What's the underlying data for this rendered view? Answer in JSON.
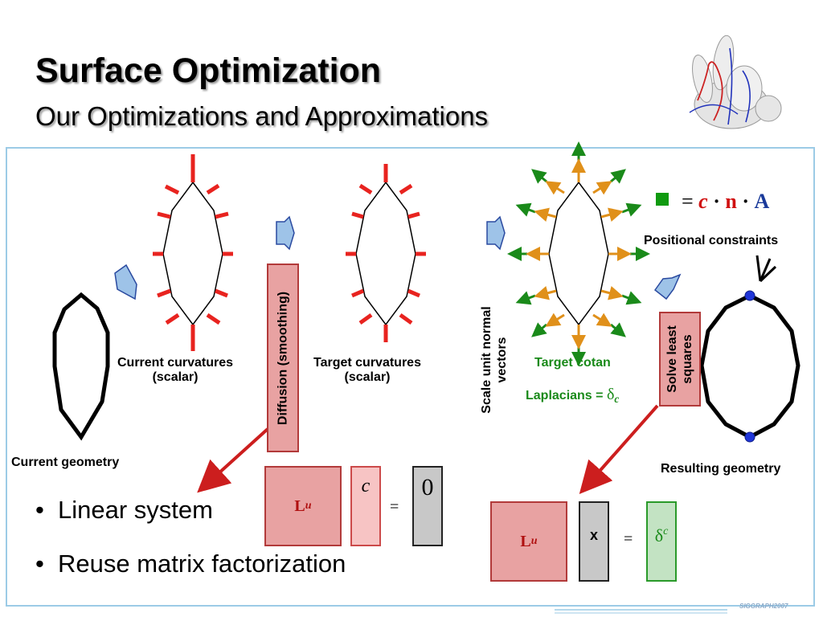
{
  "header": {
    "title": "Surface Optimization",
    "subtitle": "Our Optimizations and Approximations"
  },
  "labels": {
    "current_curvatures": "Current curvatures",
    "current_curvatures_sub": "(scalar)",
    "target_curvatures": "Target curvatures",
    "target_curvatures_sub": "(scalar)",
    "current_geometry": "Current geometry",
    "resulting_geometry": "Resulting geometry",
    "positional_constraints": "Positional constraints",
    "target_cotan": "Target cotan",
    "laplacians": "Laplacians = ",
    "delta_c": "δ",
    "delta_sub": "c"
  },
  "vertical_boxes": {
    "diffusion": "Diffusion (smoothing)",
    "scale_unit_normal": "Scale unit normal",
    "scale_unit_normal_2": "vectors",
    "solve_least": "Solve least",
    "solve_least_2": "squares"
  },
  "formula": {
    "equals": "=",
    "c": "c",
    "dot1": "·",
    "n": "n",
    "dot2": "·",
    "A": "A"
  },
  "system1": {
    "L": "L",
    "L_sub": "u",
    "c": "c",
    "equals": "=",
    "zero": "0"
  },
  "system2": {
    "L": "L",
    "L_sub": "u",
    "x": "x",
    "equals": "=",
    "delta": "δ",
    "delta_sub": "c"
  },
  "bullets": [
    "Linear system",
    "Reuse matrix factorization"
  ],
  "footer": {
    "logo": "SIGGRAPH2007"
  },
  "colors": {
    "red_spike": "#e8231f",
    "normal_orange": "#e0901a",
    "normal_green": "#1a8a1a",
    "arrow_blue_fill": "#9ec3e8",
    "arrow_blue_stroke": "#2a4aa0",
    "box_pink": "#e8a2a2",
    "box_light_pink": "#f7c4c4",
    "box_gray": "#c8c8c8",
    "box_green": "#c3e3c3",
    "frame_blue": "#9ccbe6",
    "constraint_dot": "#2036d8"
  }
}
